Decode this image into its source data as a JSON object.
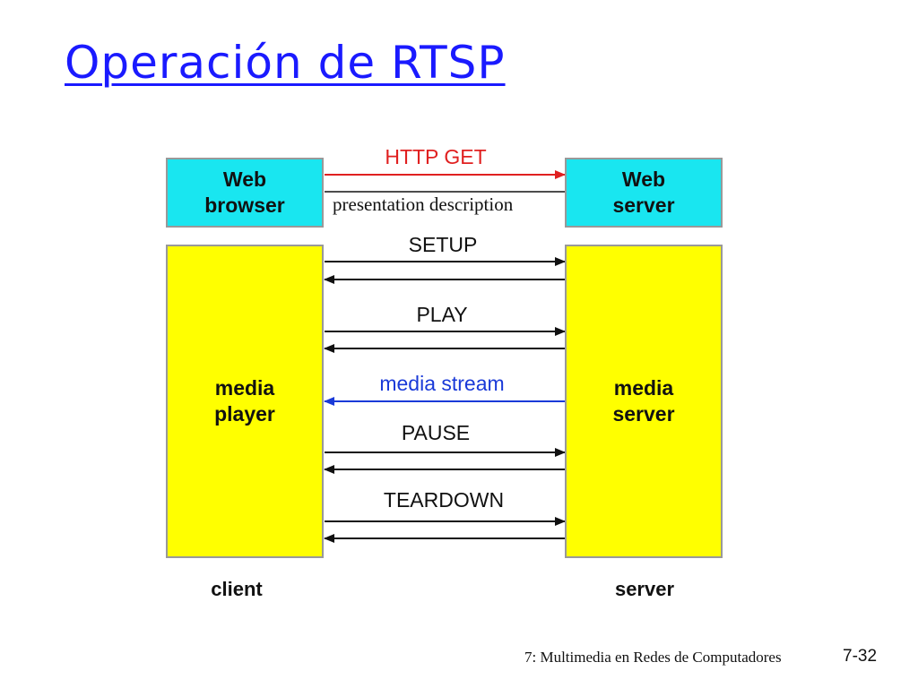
{
  "slide": {
    "title": "Operación de RTSP",
    "footer": "7: Multimedia en Redes de Computadores",
    "page_number": "7-32"
  },
  "diagram": {
    "boxes": {
      "web_browser": "Web\nbrowser",
      "web_server": "Web\nserver",
      "media_player": "media\nplayer",
      "media_server": "media\nserver"
    },
    "messages": {
      "http_get": "HTTP GET",
      "presentation_description": "presentation description",
      "setup": "SETUP",
      "play": "PLAY",
      "media_stream": "media stream",
      "pause": "PAUSE",
      "teardown": "TEARDOWN"
    },
    "captions": {
      "client": "client",
      "server": "server"
    },
    "colors": {
      "title": "#1a1aff",
      "web_boxes": "#19e6f0",
      "media_boxes": "#ffff00",
      "http_get_arrow": "#e02020",
      "media_stream_arrow": "#1a3ad8",
      "arrow": "#111111"
    }
  }
}
